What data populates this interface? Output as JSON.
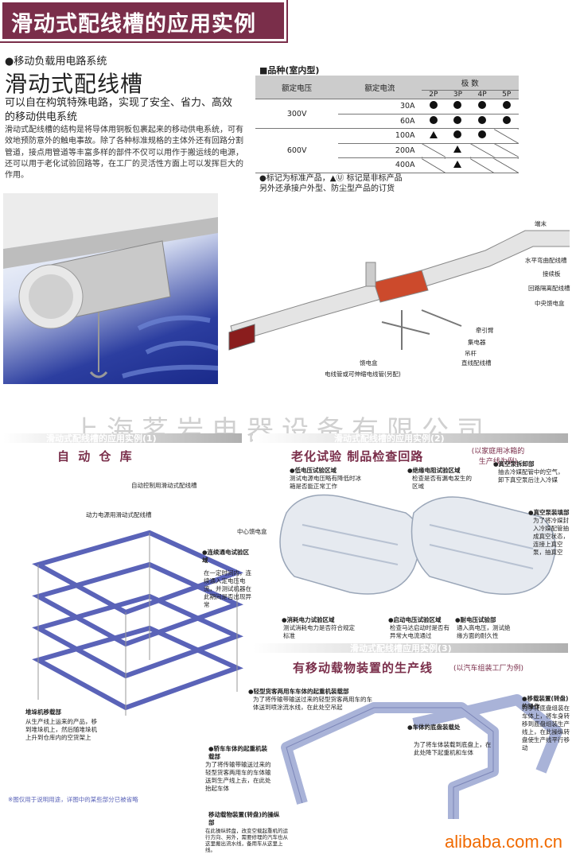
{
  "banner": {
    "title": "滑动式配线槽的应用实例"
  },
  "header": {
    "subtitle": "●移动负载用电路系统",
    "title": "滑动式配线槽",
    "intro": "可以自在构筑特殊电路，实现了安全、省力、高效的移动供电系统",
    "body": "滑动式配线槽的结构是将导体用铜板包裹起来的移动供电系统，可有效地预防意外的触电事故。除了各种标准规格的主体外还有回路分割管道，接点用管道等丰富多样的部件不仅可以用作于搬运线的电源，还可以用于老化试验回路等，在工厂的灵活性方面上可以发挥巨大的作用。"
  },
  "product_table": {
    "title": "■品种(室内型)",
    "col_voltage": "额定电压",
    "col_current": "额定电流",
    "col_poles": "极  数",
    "poles": [
      "2P",
      "3P",
      "4P",
      "5P"
    ],
    "rows": [
      {
        "voltage": "300V",
        "current": "30A",
        "cells": [
          "dot",
          "dot",
          "dot",
          "dot"
        ]
      },
      {
        "voltage": "",
        "current": "60A",
        "cells": [
          "dot",
          "dot",
          "dot",
          "dot"
        ]
      },
      {
        "voltage": "600V",
        "current": "100A",
        "cells": [
          "tri",
          "dot",
          "dot",
          "slash"
        ]
      },
      {
        "voltage": "",
        "current": "200A",
        "cells": [
          "slash",
          "tri",
          "slash",
          "slash"
        ]
      },
      {
        "voltage": "",
        "current": "400A",
        "cells": [
          "slash",
          "tri",
          "slash",
          "slash"
        ]
      }
    ],
    "note1": "●标记为标准产品，▲Ⓤ 标记是非标产品",
    "note2": "另外还承接户外型、防尘型产品的订货"
  },
  "diagram_labels": {
    "end": "端末",
    "horiz_bend": "水平弯曲配线槽",
    "joint": "接续板",
    "isolation": "回路隔离配线槽",
    "center_box": "中央馈电盒",
    "hanger": "吊杆",
    "collector": "集电器",
    "straight": "直线配线槽",
    "traction": "牵引臂",
    "feed_box": "馈电盒",
    "cable": "电线管或可伸缩电线管(另配)"
  },
  "watermark": "上海茗岩电器设备有限公司",
  "section1": {
    "tag": "滑动式配线槽的应用实例(1)",
    "heading": "自 动 仓 库",
    "label1": "自动控制用滑动式配线槽",
    "label2": "动力电源用滑动式配线槽",
    "stacker_title": "堆垛机移载部",
    "stacker_desc": "从生产线上运来的产品，移到堆垛机上，然后随堆垛机上升到仓库内的空货架上",
    "footnote": "※图仅用于说明用途，详图中的某些部分已被省略"
  },
  "section2": {
    "tag": "滑动式配线槽的应用实例(2)",
    "heading": "老化试验 制品检查回路",
    "heading_note": "(以家庭用冰箱的生产线为例)",
    "low_voltage_title": "●低电压试验区域",
    "low_voltage_desc": "测试电源电压略有降低时冰箱是否能正常工作",
    "insulation_title": "●绝缘电阻试验区域",
    "insulation_desc": "检查是否有漏电发生的区域",
    "vacuum_out_title": "●真空泵拆卸部",
    "vacuum_out_desc": "抽去冷媒配管中的空气，卸下真空泵后注入冷媒",
    "center_feed": "中心馈电盒",
    "continuous_title": "●连续通电试验区域",
    "continuous_desc": "在一定时间内，连续通入定电压电流，并测试机器在此期间是否出现异常",
    "vacuum_in_title": "●真空泵装填部",
    "vacuum_in_desc": "为了将冷媒封入冷媒配管抽成真空状态，连接上真空泵，抽真空",
    "power_title": "●消耗电力试验区域",
    "power_desc": "测试消耗电力是否符合规定标准",
    "startup_title": "●启动电压试验区域",
    "startup_desc": "检查马达启动时是否有异常大电流通过",
    "withstand_title": "●耐电压试验部",
    "withstand_desc": "通入高电压，测试绝缘方面的耐久性"
  },
  "section3": {
    "tag": "滑动式配线槽应用实例(3)",
    "heading": "有移动载物装置的生产线",
    "heading_note": "(以汽车组装工厂为例)",
    "mover_title": "●移载装置(转盘)的操作",
    "mover_desc": "为了将底盘组装在车体上，将车身转移到底盘组装生产线上，在此操纵转盘使生产线平行移动",
    "light_title": "●轻型货客两用车车体的起重机装载部",
    "light_desc": "为了将传输带输送过来的轻型货客两用车的车体送到喷涂流水线，在此处空吊起",
    "chassis_title": "●车体的底盘装载处",
    "chassis_desc": "为了将车体装载到底盘上，在此处降下起重机和车体",
    "car_title": "●轿车车体的起重机装载部",
    "car_desc": "为了将传输带输送过来的轻型货客两用车的车体输送到生产线上去，在此处抬起车体",
    "turntable_title": "移动载物装置(转盘)的操纵部",
    "turntable_desc": "在此操纵转盘，改变空载起重机的运行方向、另外，需要修理的汽车也从这里搬出流水线，备用车从这里上线。"
  },
  "footer": {
    "brand": "alibaba.com.cn"
  },
  "colors": {
    "banner": "#7a2e4a",
    "accent": "#f06a00",
    "rack": "#5a63b8"
  }
}
